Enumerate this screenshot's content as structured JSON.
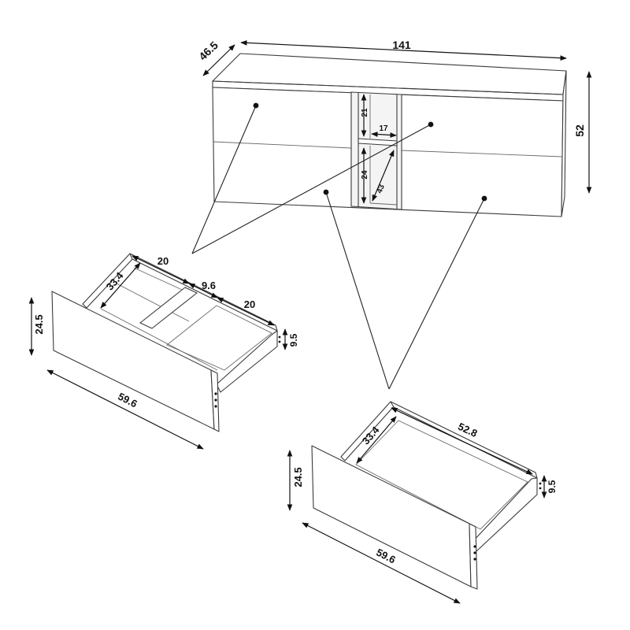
{
  "cabinet": {
    "width": "141",
    "depth": "46.5",
    "height": "52",
    "shelf_upper_height": "21",
    "shelf_width": "17",
    "shelf_lower_height": "24",
    "shelf_depth": "43"
  },
  "drawer_left": {
    "compartment_left_width": "20",
    "divider_width": "9.6",
    "compartment_right_width": "20",
    "inner_depth": "33.4",
    "front_height": "24.5",
    "front_width": "59.6",
    "side_height": "9.5"
  },
  "drawer_right": {
    "inner_width": "52.8",
    "inner_depth": "33.4",
    "front_height": "24.5",
    "front_width": "59.6",
    "side_height": "9.5"
  }
}
